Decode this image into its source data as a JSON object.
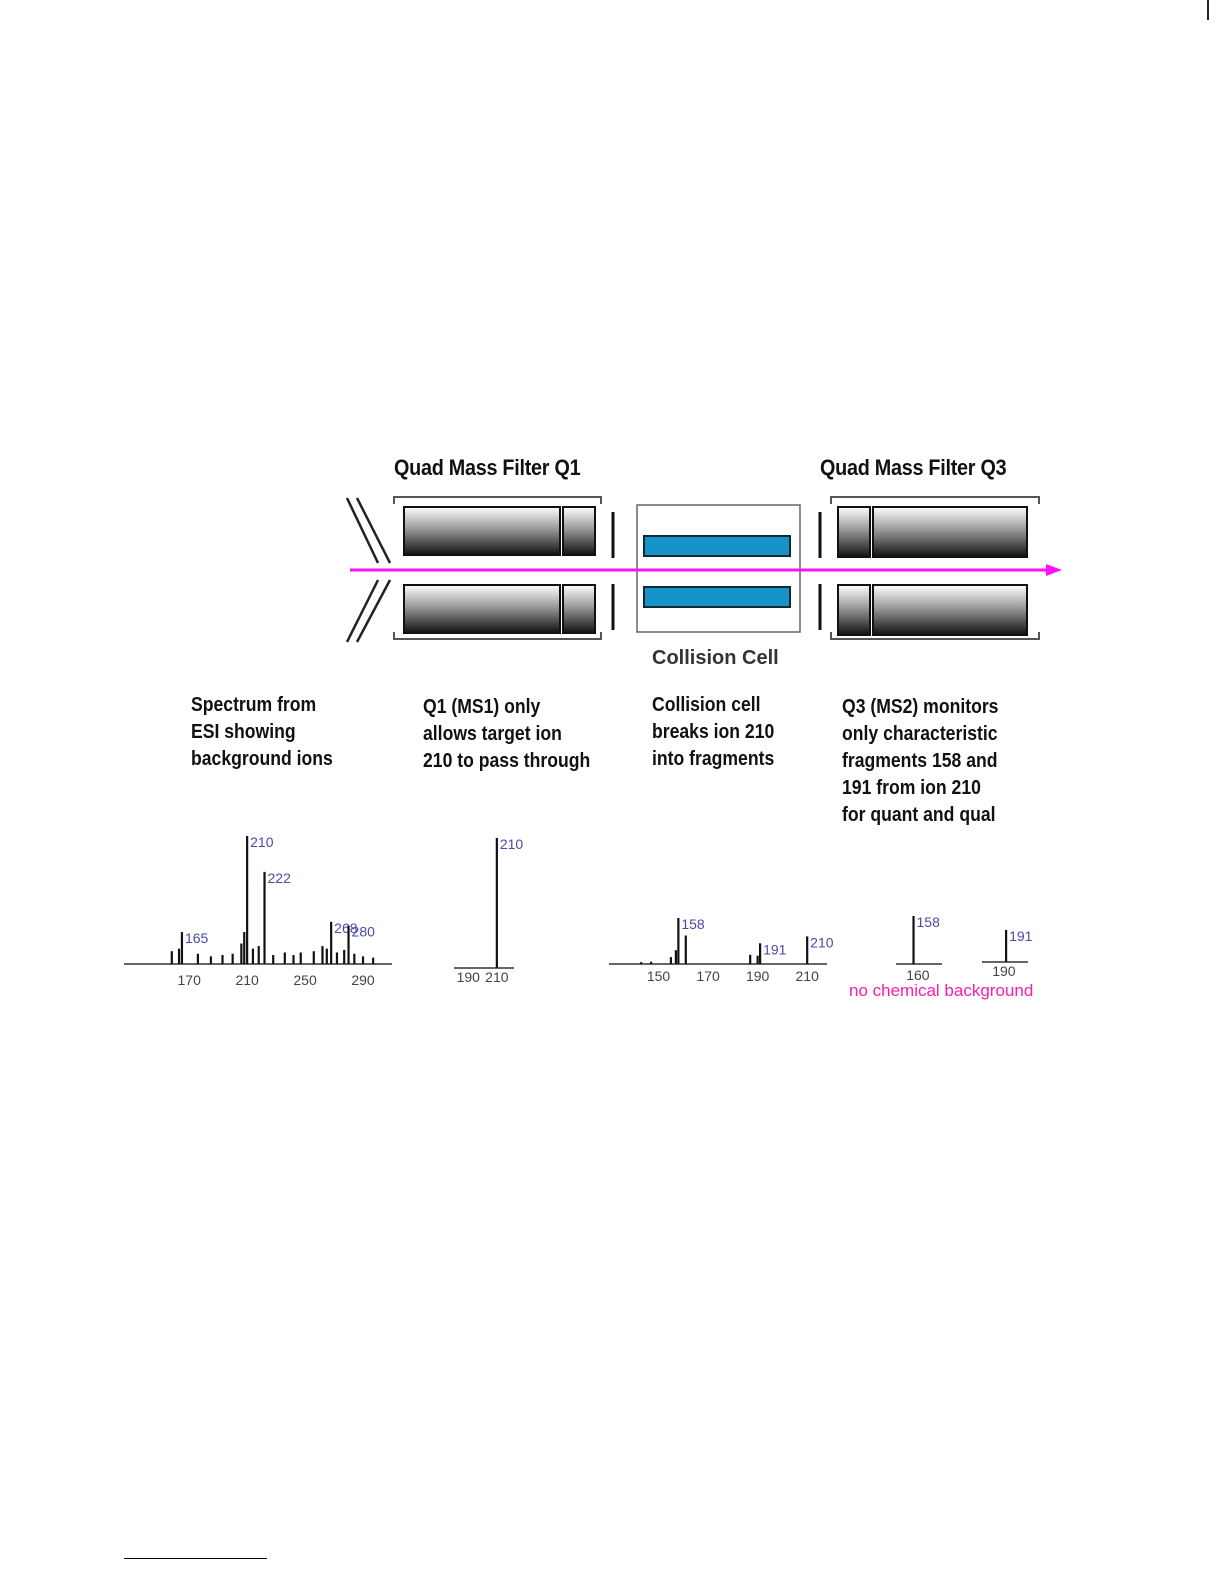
{
  "headers": {
    "q1": "Quad Mass Filter Q1",
    "q3": "Quad Mass Filter Q3",
    "collision": "Collision Cell"
  },
  "captions": [
    "Spectrum from\nESI showing\nbackground ions",
    "Q1 (MS1) only\nallows target ion\n210 to pass through",
    "Collision cell\nbreaks ion 210\ninto fragments",
    "Q3 (MS2) monitors\nonly characteristic\nfragments 158 and\n191 from ion 210\nfor quant and qual"
  ],
  "note": "no chemical background",
  "colors": {
    "beam": "#ff10ff",
    "rods_cell": "#1893c8",
    "peak_label": "#4a4aa8",
    "note": "#ff1cab"
  },
  "chart_data": [
    {
      "type": "bar",
      "name": "esi_spectrum",
      "x_ticks": [
        170,
        210,
        250,
        290
      ],
      "xlim": [
        125,
        310
      ],
      "labeled_peaks": [
        {
          "x": 165,
          "label": "165",
          "y": 0.25
        },
        {
          "x": 210,
          "label": "210",
          "y": 1.0
        },
        {
          "x": 222,
          "label": "222",
          "y": 0.72
        },
        {
          "x": 268,
          "label": "268",
          "y": 0.33
        },
        {
          "x": 280,
          "label": "280",
          "y": 0.3
        }
      ],
      "minor_peaks": [
        {
          "x": 158,
          "y": 0.1
        },
        {
          "x": 163,
          "y": 0.12
        },
        {
          "x": 176,
          "y": 0.08
        },
        {
          "x": 185,
          "y": 0.06
        },
        {
          "x": 193,
          "y": 0.07
        },
        {
          "x": 200,
          "y": 0.08
        },
        {
          "x": 206,
          "y": 0.16
        },
        {
          "x": 208,
          "y": 0.25
        },
        {
          "x": 214,
          "y": 0.12
        },
        {
          "x": 218,
          "y": 0.14
        },
        {
          "x": 228,
          "y": 0.07
        },
        {
          "x": 236,
          "y": 0.09
        },
        {
          "x": 242,
          "y": 0.07
        },
        {
          "x": 247,
          "y": 0.09
        },
        {
          "x": 256,
          "y": 0.1
        },
        {
          "x": 262,
          "y": 0.14
        },
        {
          "x": 265,
          "y": 0.12
        },
        {
          "x": 272,
          "y": 0.09
        },
        {
          "x": 277,
          "y": 0.11
        },
        {
          "x": 284,
          "y": 0.08
        },
        {
          "x": 290,
          "y": 0.06
        },
        {
          "x": 297,
          "y": 0.05
        }
      ]
    },
    {
      "type": "bar",
      "name": "q1_spectrum",
      "x_ticks": [
        190,
        210
      ],
      "xlim": [
        180,
        222
      ],
      "labeled_peaks": [
        {
          "x": 210,
          "label": "210",
          "y": 1.0
        }
      ],
      "minor_peaks": []
    },
    {
      "type": "bar",
      "name": "collision_spectrum",
      "x_ticks": [
        150,
        170,
        190,
        210
      ],
      "xlim": [
        130,
        218
      ],
      "labeled_peaks": [
        {
          "x": 158,
          "label": "158",
          "y": 1.0
        },
        {
          "x": 191,
          "label": "191",
          "y": 0.45
        },
        {
          "x": 210,
          "label": "210",
          "y": 0.6
        }
      ],
      "minor_peaks": [
        {
          "x": 155,
          "y": 0.15
        },
        {
          "x": 161,
          "y": 0.62
        },
        {
          "x": 157,
          "y": 0.3
        },
        {
          "x": 187,
          "y": 0.2
        },
        {
          "x": 190,
          "y": 0.18
        },
        {
          "x": 143,
          "y": 0.04
        },
        {
          "x": 147,
          "y": 0.05
        }
      ]
    },
    {
      "type": "bar",
      "name": "q3_fragment_158",
      "x_ticks": [
        160
      ],
      "xlim": [
        150,
        171
      ],
      "labeled_peaks": [
        {
          "x": 158,
          "label": "158",
          "y": 1.0
        }
      ],
      "minor_peaks": []
    },
    {
      "type": "bar",
      "name": "q3_fragment_191",
      "x_ticks": [
        190
      ],
      "xlim": [
        180,
        201
      ],
      "labeled_peaks": [
        {
          "x": 191,
          "label": "191",
          "y": 1.0
        }
      ],
      "minor_peaks": []
    }
  ]
}
